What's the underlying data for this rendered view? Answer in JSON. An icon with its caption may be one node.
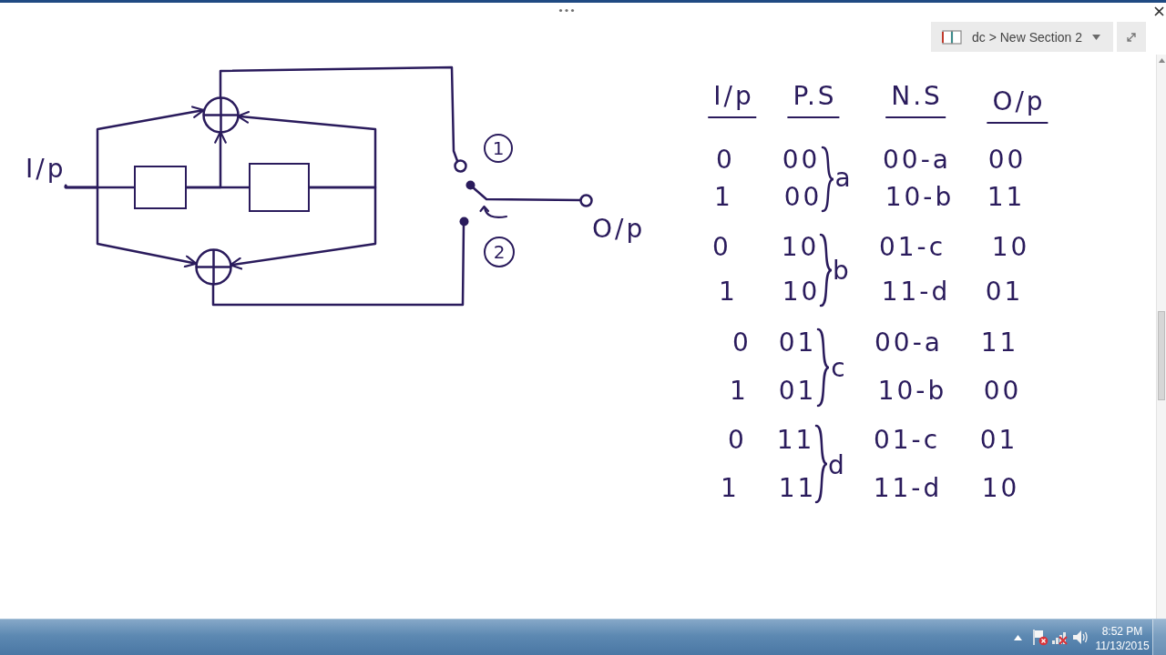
{
  "diagram": {
    "nodes": [
      {
        "text": [
          "I/p"
        ]
      },
      {
        "text": [],
        "shape": "box"
      },
      {
        "text": [],
        "shape": "circle"
      },
      {
        "text": [],
        "shape": "circle"
      },
      {
        "text": [],
        "shape": "box"
      },
      {
        "text": [],
        "shape": "circle"
      },
      {
        "text": [
          "1"
        ]
      },
      {
        "text": [],
        "shape": "dot"
      },
      {
        "text": [],
        "shape": "dot"
      },
      {
        "text": [
          "2"
        ]
      },
      {
        "text": [],
        "shape": "circle",
        "beside": [
          "O/p"
        ]
      }
    ],
    "edges": [
      {
        "from": 0,
        "to": 1,
        "arrow": "none"
      },
      {
        "from": 0,
        "to": 2,
        "arrow": "to"
      },
      {
        "from": 0,
        "to": 3,
        "arrow": "to"
      },
      {
        "from": 1,
        "to": 4,
        "arrow": "none"
      },
      {
        "from": 1,
        "to": 2,
        "arrow": "to"
      },
      {
        "from": 4,
        "to": 2,
        "arrow": "to"
      },
      {
        "from": 4,
        "to": 3,
        "arrow": "to"
      },
      {
        "from": 2,
        "to": 5,
        "arrow": "none"
      },
      {
        "from": 3,
        "to": 8,
        "arrow": "none"
      },
      {
        "from": 7,
        "to": 10,
        "arrow": "none"
      }
    ],
    "labels": [
      "dc > New Section 2",
      "I/p",
      "P.S",
      "N.S",
      "O/p",
      "0",
      "00",
      "00-a",
      "00",
      "a",
      "1",
      "00",
      "10-b",
      "11",
      "0",
      "10",
      "01-c",
      "10",
      "b",
      "1",
      "10",
      "11-d",
      "01",
      "0",
      "01",
      "00-a",
      "11",
      "c",
      "1",
      "01",
      "10-b",
      "00",
      "0",
      "11",
      "01-c",
      "01",
      "d",
      "1",
      "11",
      "11-d",
      "10",
      "8:52 PM",
      "11/13/2015"
    ]
  }
}
